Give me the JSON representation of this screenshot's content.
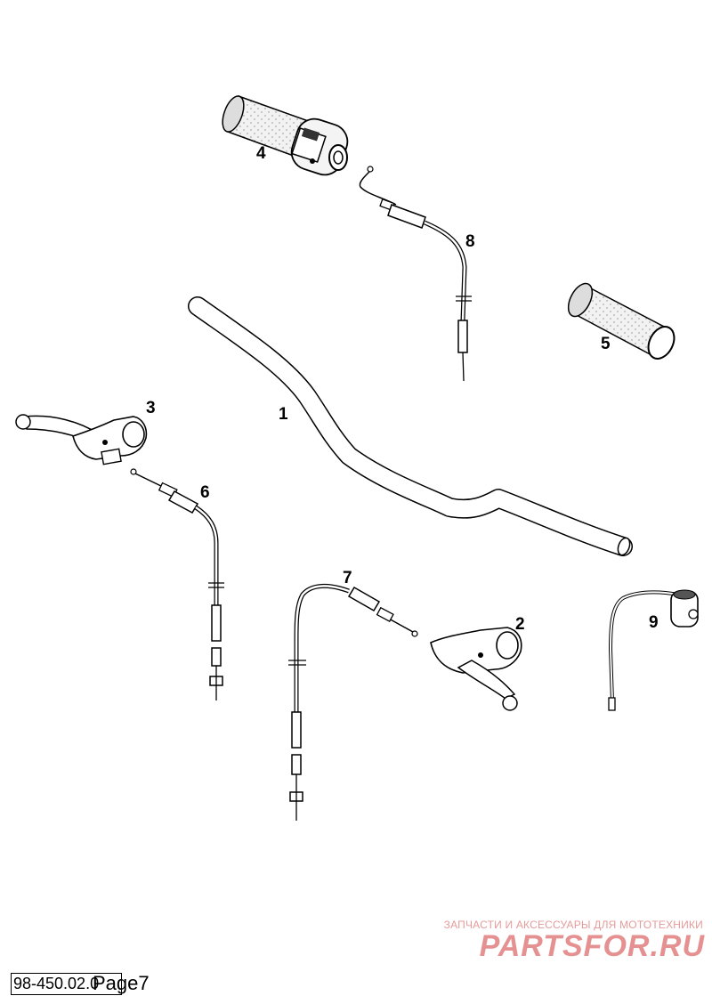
{
  "parts": {
    "p1": "1",
    "p2": "2",
    "p3": "3",
    "p4": "4",
    "p5": "5",
    "p6": "6",
    "p7": "7",
    "p8": "8",
    "p9": "9"
  },
  "watermark": {
    "caption": "ЗАПЧАСТИ И АКСЕССУАРЫ ДЛЯ МОТОТЕХНИКИ",
    "brand": "PARTSFOR.RU"
  },
  "footer": {
    "reference": "98-450.02.0",
    "page_label": "Page7"
  },
  "colors": {
    "line": "#000000",
    "watermark": "#e59191"
  }
}
